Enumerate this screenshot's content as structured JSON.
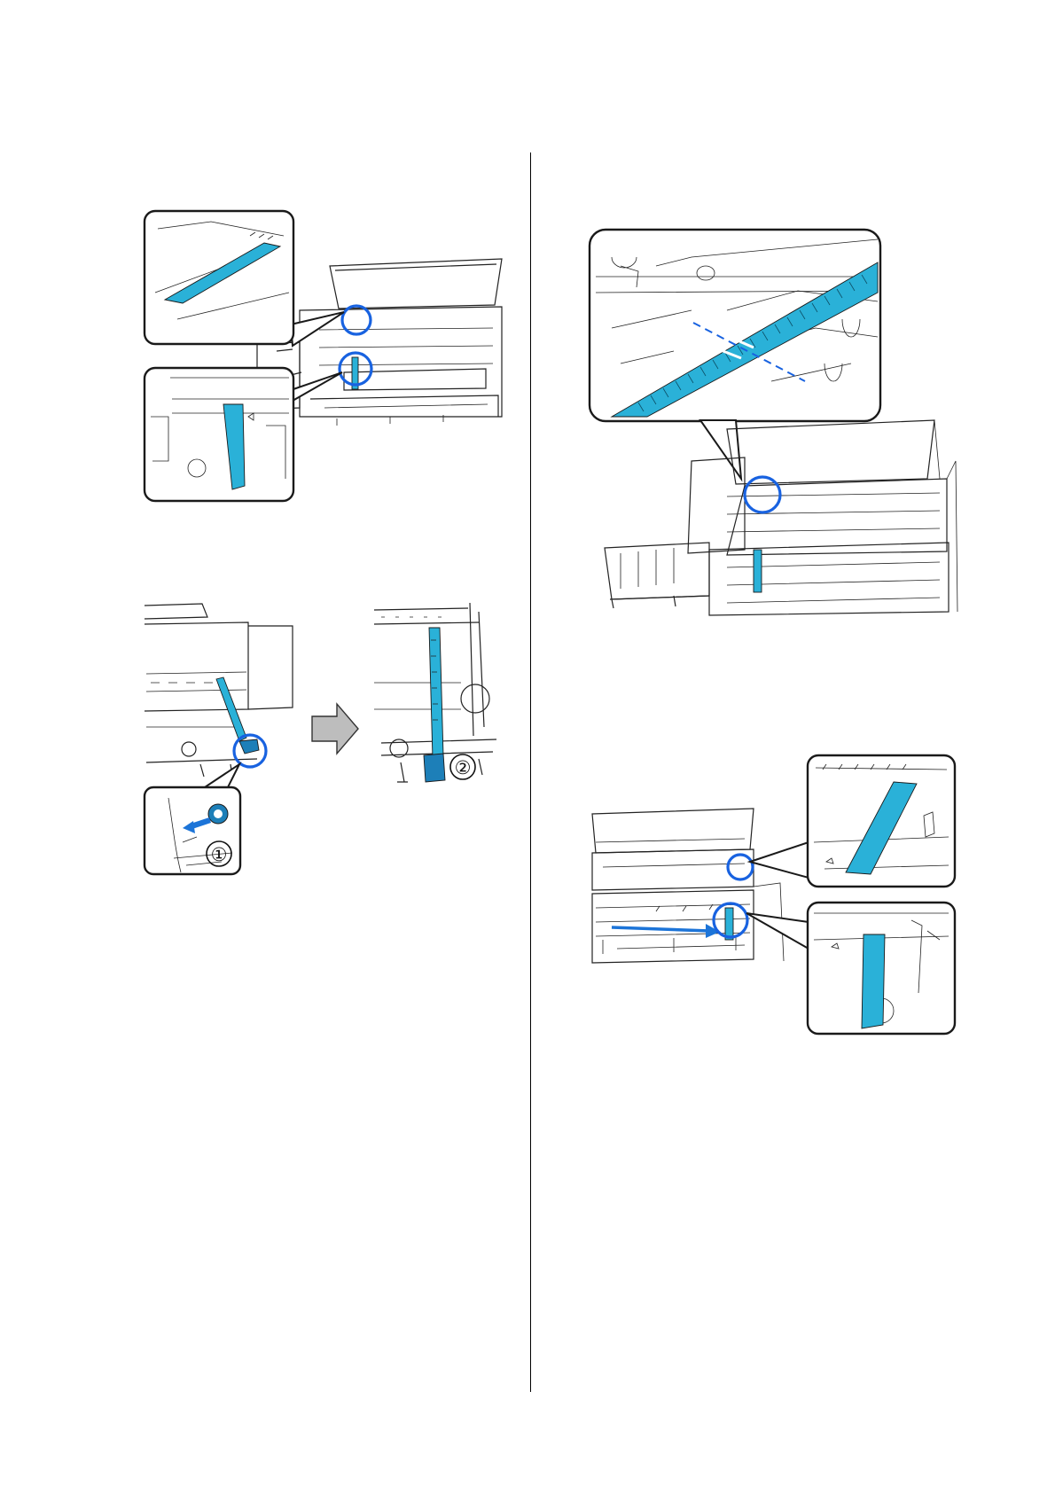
{
  "figures": [
    {
      "id": "fig1",
      "desc_icon": "tape-on-platen-illustration"
    },
    {
      "id": "fig2",
      "desc_icon": "tape-secured-to-roll-core-illustration"
    },
    {
      "id": "fig3",
      "desc_icon": "tape-alignment-on-platen-illustration"
    },
    {
      "id": "fig4",
      "desc_icon": "tape-moved-along-roll-illustration"
    }
  ],
  "callouts": {
    "step1": "①",
    "step2": "②"
  },
  "colors": {
    "tape": "#2ab1d8",
    "highlight_circle": "#1862e0",
    "arrow": "#1c74d8",
    "step_arrow": "#bdbdbd"
  }
}
